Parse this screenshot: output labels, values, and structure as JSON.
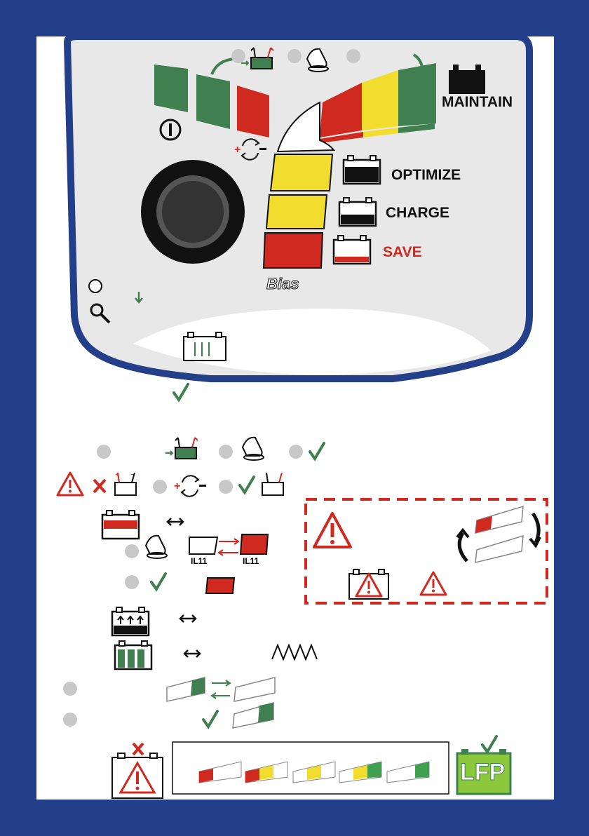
{
  "panel": {
    "mode_labels": {
      "maintain": "MAINTAIN",
      "optimize": "OPTIMIZE",
      "charge": "CHARGE",
      "save": "SAVE"
    },
    "lfp_label": "LFP",
    "colors": {
      "frame": "#233f8a",
      "panel": "#e8e8e8",
      "green": "#3f7f50",
      "yellow": "#f2dc2e",
      "red": "#d02a20",
      "dark": "#111111"
    }
  },
  "icons": [
    "power-icon",
    "reverse-polarity-icon",
    "knob",
    "magnifier-icon",
    "arrow-down-icon",
    "clamp-battery-icon",
    "hand-press-icon",
    "check-icon",
    "warning-icon",
    "cross-icon",
    "double-arrow-icon",
    "led-segment-icon",
    "lfp-battery-icon"
  ]
}
